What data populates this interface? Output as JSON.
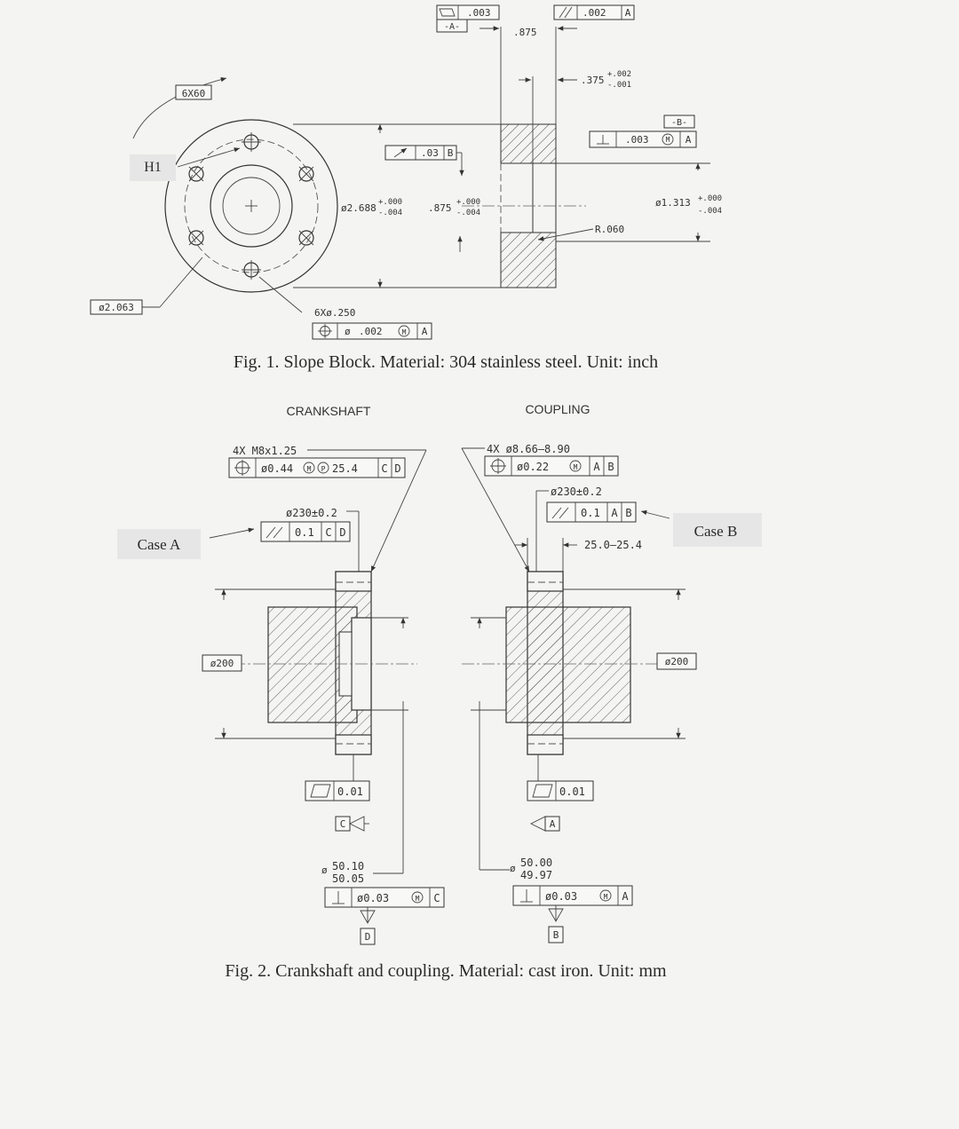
{
  "fig1": {
    "caption": "Fig. 1. Slope Block. Material: 304 stainless steel. Unit: inch",
    "labels": {
      "h1": "H1",
      "six_x_60": "6X60",
      "dia_2063": "ø2.063",
      "holes": "6Xø.250",
      "pos_tol": ".002",
      "pos_datum": "A",
      "flatness_val": ".003",
      "datum_a": "-A-",
      "parallel_val": ".002",
      "parallel_datum": "A",
      "dim_875_top": ".875",
      "dim_375": ".375",
      "dim_375_tol_plus": "+.002",
      "dim_375_tol_minus": "-.001",
      "datum_b": "-B-",
      "perp_val": ".003",
      "perp_datum": "A",
      "runout_val": ".03",
      "runout_datum": "B",
      "dia_2688": "ø2.688",
      "dia_2688_plus": "+.000",
      "dia_2688_minus": "-.004",
      "len_875": ".875",
      "len_875_plus": "+.000",
      "len_875_minus": "-.004",
      "dia_1313": "ø1.313",
      "dia_1313_plus": "+.000",
      "dia_1313_minus": "-.004",
      "radius": "R.060"
    }
  },
  "fig2": {
    "caption": "Fig. 2. Crankshaft and coupling. Material: cast iron. Unit: mm",
    "crankshaft": {
      "title": "CRANKSHAFT",
      "case_label": "Case A",
      "thread": "4X  M8x1.25",
      "pos_tol": "ø0.44",
      "proj_zone": "25.4",
      "pos_d1": "C",
      "pos_d2": "D",
      "bc": "ø230±0.2",
      "runout_val": "0.1",
      "runout_d1": "C",
      "runout_d2": "D",
      "dia_200": "ø200",
      "flat_val": "0.01",
      "datum_c": "C",
      "dia_top": "50.10",
      "dia_bot": "50.05",
      "perp_val": "ø0.03",
      "perp_datum": "C",
      "datum_d": "D"
    },
    "coupling": {
      "title": "COUPLING",
      "case_label": "Case B",
      "holes": "4X  ø8.66–8.90",
      "pos_tol": "ø0.22",
      "pos_d1": "A",
      "pos_d2": "B",
      "bc": "ø230±0.2",
      "runout_val": "0.1",
      "runout_d1": "A",
      "runout_d2": "B",
      "thick": "25.0–25.4",
      "dia_200": "ø200",
      "flat_val": "0.01",
      "datum_a": "A",
      "dia_top": "50.00",
      "dia_bot": "49.97",
      "perp_val": "ø0.03",
      "perp_datum": "A",
      "datum_b": "B"
    }
  }
}
